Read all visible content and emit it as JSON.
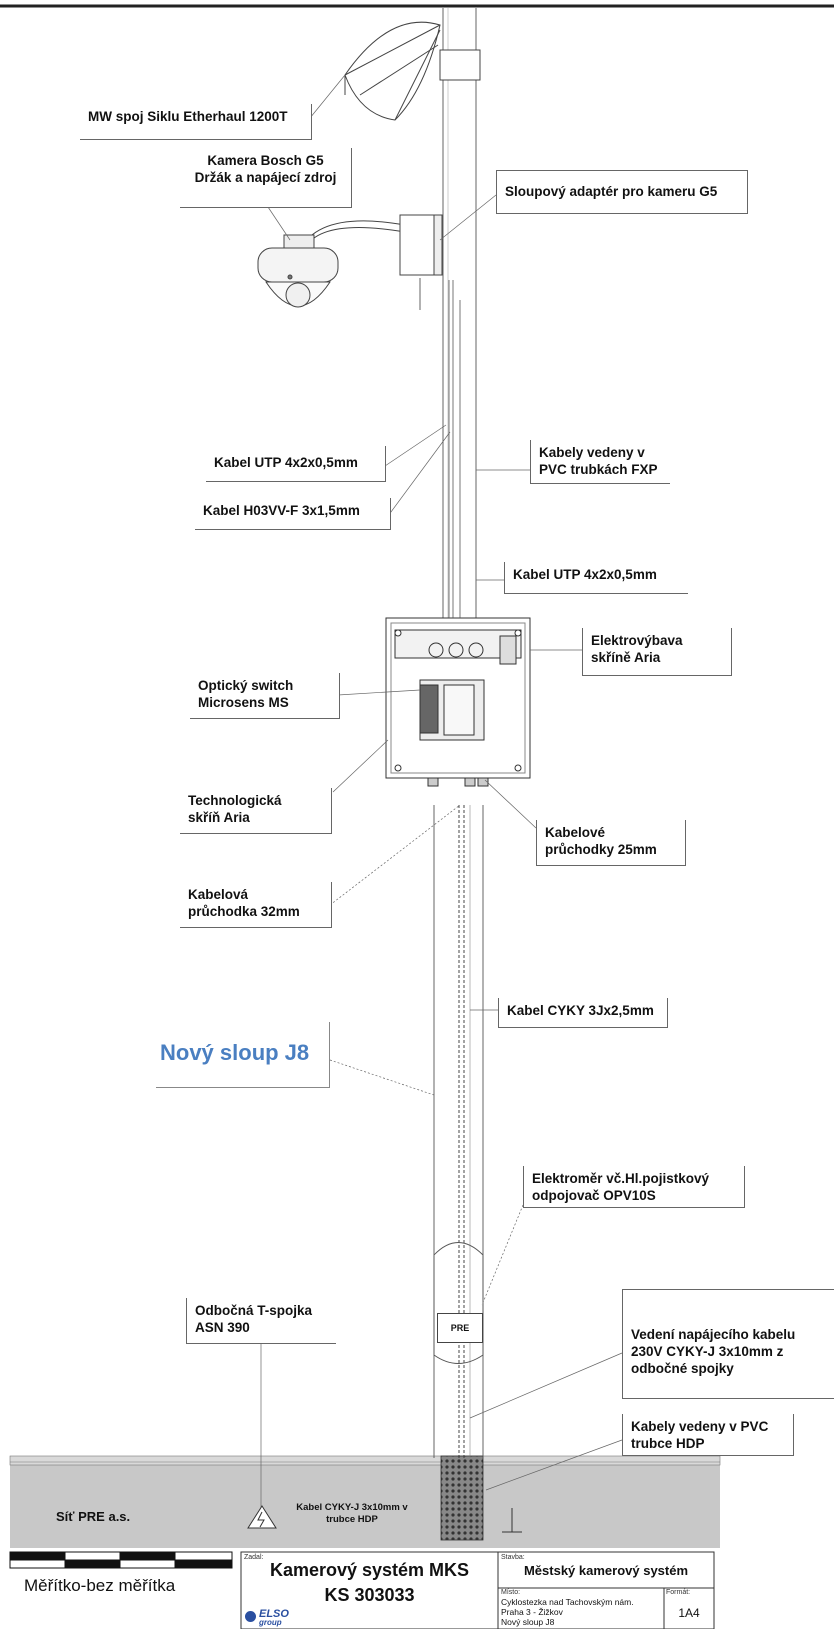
{
  "labels": {
    "mw": "MW spoj Siklu Etherhaul 1200T",
    "camera": "Kamera Bosch G5\nDržák a napájecí zdroj",
    "adapter": "Sloupový adaptér pro kameru G5",
    "utp1": "Kabel UTP 4x2x0,5mm",
    "h03vv": "Kabel H03VV-F 3x1,5mm",
    "pvc_fxp": "Kabely vedeny v\nPVC trubkách FXP",
    "utp2": "Kabel UTP 4x2x0,5mm",
    "elektro": "Elektrovýbava\nskříně Aria",
    "switch": "Optický switch\nMicrosens MS",
    "skrin": "Technologická\nskříň Aria",
    "pruchodky25": "Kabelové\nprůchodky 25mm",
    "pruchodka32": "Kabelová\nprůchodka 32mm",
    "cyky": "Kabel CYKY 3Jx2,5mm",
    "sloup": "Nový sloup J8",
    "elektromer": "Elektroměr vč.Hl.pojistkový\nodpojovač OPV10S",
    "tspojka": "Odbočná T-spojka\nASN 390",
    "vedeni": "Vedení napájecího kabelu\n230V CYKY-J 3x10mm z\nodbočné spojky",
    "hdp": "Kabely vedeny v PVC\ntrubce HDP",
    "sit": "Síť PRE a.s.",
    "cyky_j": "Kabel CYKY-J 3x10mm v\ntrubce HDP",
    "pre_box": "PRE"
  },
  "scale": {
    "label": "Měřítko-bez měřítka"
  },
  "titleblock": {
    "zadavatel_caption": "Zadal:",
    "title_line1": "Kamerový systém MKS",
    "title_line2": "KS 303033",
    "logo_top": "ELSO",
    "logo_bottom": "group",
    "stavba_caption": "Stavba:",
    "stavba": "Městský kamerový systém",
    "misto_caption": "Místo:",
    "misto_line1": "Cyklostezka nad Tachovským nám.",
    "misto_line2": "Praha 3 - Žižkov",
    "misto_line3": "Nový sloup J8",
    "format_caption": "Formát:",
    "format": "1A4"
  },
  "colors": {
    "accent_blue": "#4a7fc1",
    "ground_grey": "#c8c8c8"
  }
}
